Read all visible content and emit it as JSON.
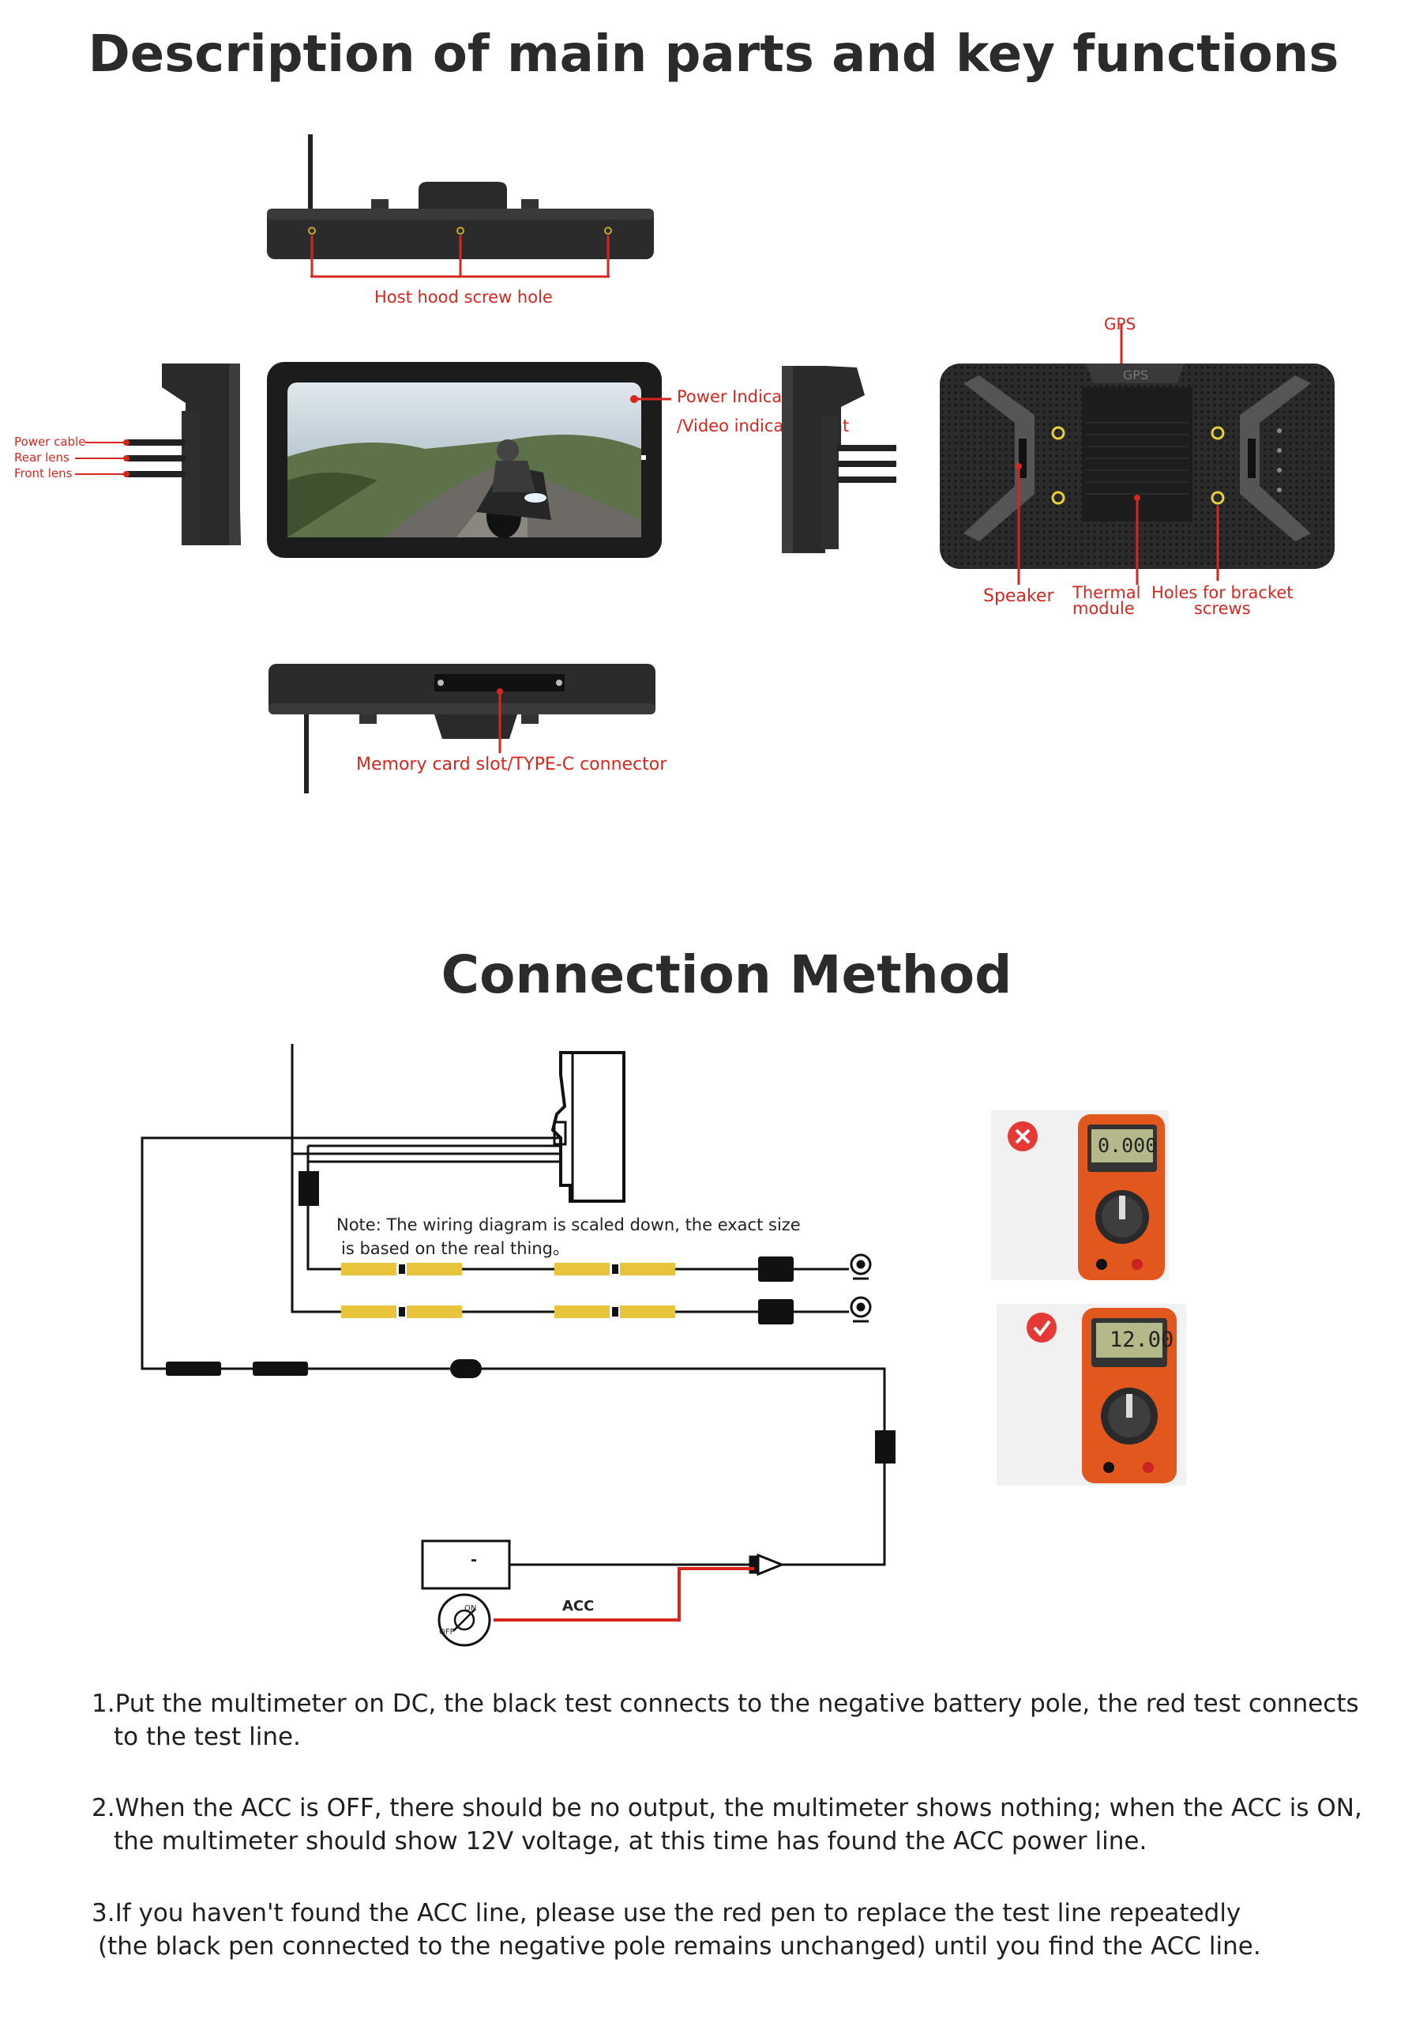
{
  "sections": {
    "description_title": "Description of main parts and key functions",
    "connection_title": "Connection Method"
  },
  "labels": {
    "host_hood_screw_hole": "Host hood screw hole",
    "gps": "GPS",
    "gps_module_text": "GPS",
    "power_indicator": "Power Indicator",
    "video_indicator": "/Video indicator light",
    "power_cable": "Power cable",
    "rear_lens": "Rear lens",
    "front_lens": "Front lens",
    "speaker": "Speaker",
    "thermal_line1": "Thermal",
    "thermal_line2": "module",
    "holes_line1": "Holes for bracket",
    "holes_line2": "screws",
    "memory_slot": "Memory card slot/TYPE-C connector"
  },
  "wiring": {
    "note_line1": "Note: The wiring diagram is scaled down, the exact size",
    "note_line2": "is based on the real thing。",
    "acc": "ACC",
    "switch_on": "ON",
    "switch_off": "OFF",
    "battery_minus": "-"
  },
  "multimeters": [
    {
      "status": "wrong",
      "reading": "0.000",
      "status_icon": "x-icon",
      "color": "#e53935"
    },
    {
      "status": "correct",
      "reading": "12.00",
      "status_icon": "check-icon",
      "color": "#e53935"
    }
  ],
  "steps": [
    {
      "line1": "1.Put the multimeter on DC, the black test connects to the negative battery pole, the red test connects",
      "line2": "to the test line."
    },
    {
      "line1": "2.When the ACC is OFF, there should be no output, the multimeter shows nothing; when the ACC is ON,",
      "line2": "the multimeter should show 12V voltage,  at this time has found the ACC power line."
    },
    {
      "line1": "3.If you haven't found the ACC line, please use the red pen to replace the test line repeatedly",
      "line2": "(the black pen connected to the negative pole remains unchanged) until you find the ACC line."
    }
  ],
  "colors": {
    "accent_red": "#d7261e",
    "device_dark": "#2a2a2a",
    "fuse_yellow": "#e8c43a"
  }
}
